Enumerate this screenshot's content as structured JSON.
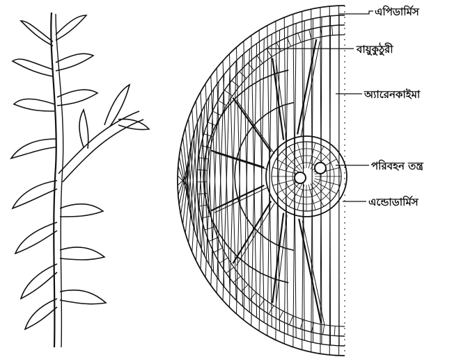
{
  "diagram": {
    "labels": {
      "epidermis": "এপিডার্মিস",
      "air_chamber": "বায়ুকুঠুরী",
      "aerenchyma": "অ্যারেনকাইমা",
      "vascular_bundle": "পরিবহন তন্ত্র",
      "endodermis": "এন্ডোডার্মিস"
    },
    "colors": {
      "ink": "#111111",
      "background": "#ffffff"
    }
  }
}
